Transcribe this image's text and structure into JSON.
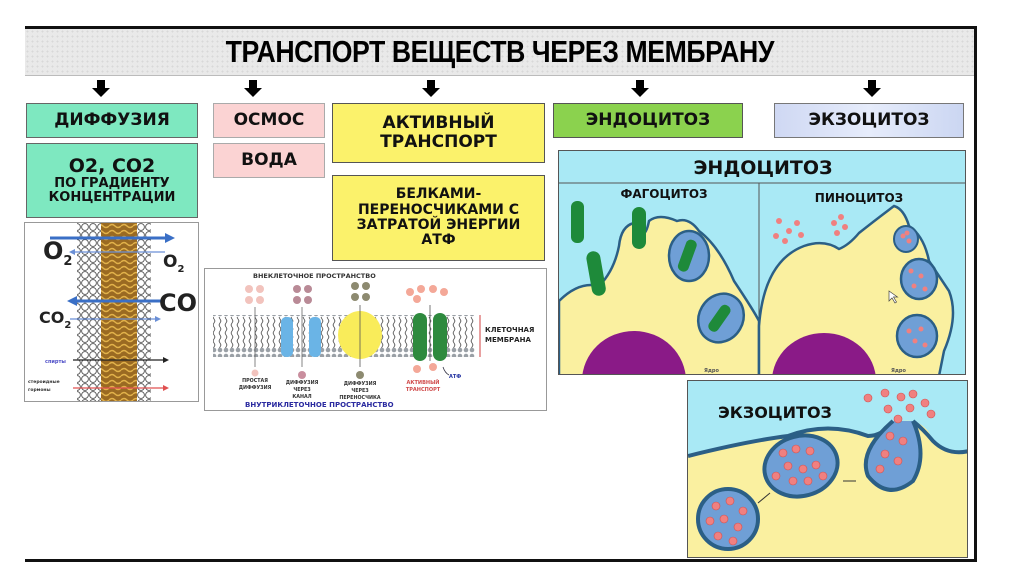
{
  "title": "ТРАНСПОРТ ВЕЩЕСТВ ЧЕРЕЗ МЕМБРАНУ",
  "columns": {
    "diffusion": {
      "label": "ДИФФУЗИЯ",
      "detail_main": "O2, CO2",
      "detail_sub_1": "ПО ГРАДИЕНТУ",
      "detail_sub_2": "КОНЦЕНТРАЦИИ"
    },
    "osmosis": {
      "label": "ОСМОС",
      "detail": "ВОДА"
    },
    "active": {
      "label_1": "АКТИВНЫЙ",
      "label_2": "ТРАНСПОРТ",
      "detail_1": "БЕЛКАМИ-",
      "detail_2": "ПЕРЕНОСЧИКАМИ С",
      "detail_3": "ЗАТРАТОЙ ЭНЕРГИИ",
      "detail_4": "АТФ"
    },
    "endocytosis": {
      "label": "ЭНДОЦИТОЗ"
    },
    "exocytosis": {
      "label": "ЭКЗОЦИТОЗ"
    }
  },
  "diffusion_diagram": {
    "o2_left": "O",
    "o2_right": "O",
    "co2_left": "CO",
    "co2_right": "CO",
    "subscript": "2",
    "alcohols": "спирты",
    "steroid_1": "стероидные",
    "steroid_2": "гормоны"
  },
  "membrane_diagram": {
    "top_label": "ВНЕКЛЕТОЧНОЕ ПРОСТРАНСТВО",
    "bottom_label": "ВНУТРИКЛЕТОЧНОЕ ПРОСТРАНСТВО",
    "membrane_1": "КЛЕТОЧНАЯ",
    "membrane_2": "МЕМБРАНА",
    "atp": "АТФ",
    "simple_1": "ПРОСТАЯ",
    "simple_2": "ДИФФУЗИЯ",
    "channel_1": "ДИФФУЗИЯ",
    "channel_2": "ЧЕРЕЗ",
    "channel_3": "КАНАЛ",
    "carrier_1": "ДИФФУЗИЯ",
    "carrier_2": "ЧЕРЕЗ",
    "carrier_3": "ПЕРЕНОСЧИКА",
    "active_1": "АКТИВНЫЙ",
    "active_2": "ТРАНСПОРТ"
  },
  "endocytosis_panel": {
    "title": "ЭНДОЦИТОЗ",
    "phagocytosis": "ФАГОЦИТОЗ",
    "pinocytosis": "ПИНОЦИТОЗ",
    "nucleus": "Ядро"
  },
  "exocytosis_panel": {
    "title": "ЭКЗОЦИТОЗ"
  },
  "colors": {
    "cell": "#faf0a0",
    "outside": "#a9e9f5",
    "membrane": "#2b5f86",
    "vesicle": "#6f9fd6",
    "bacterium": "#1e8a3a",
    "nucleus": "#8a1a87",
    "particle": "#f08080"
  }
}
